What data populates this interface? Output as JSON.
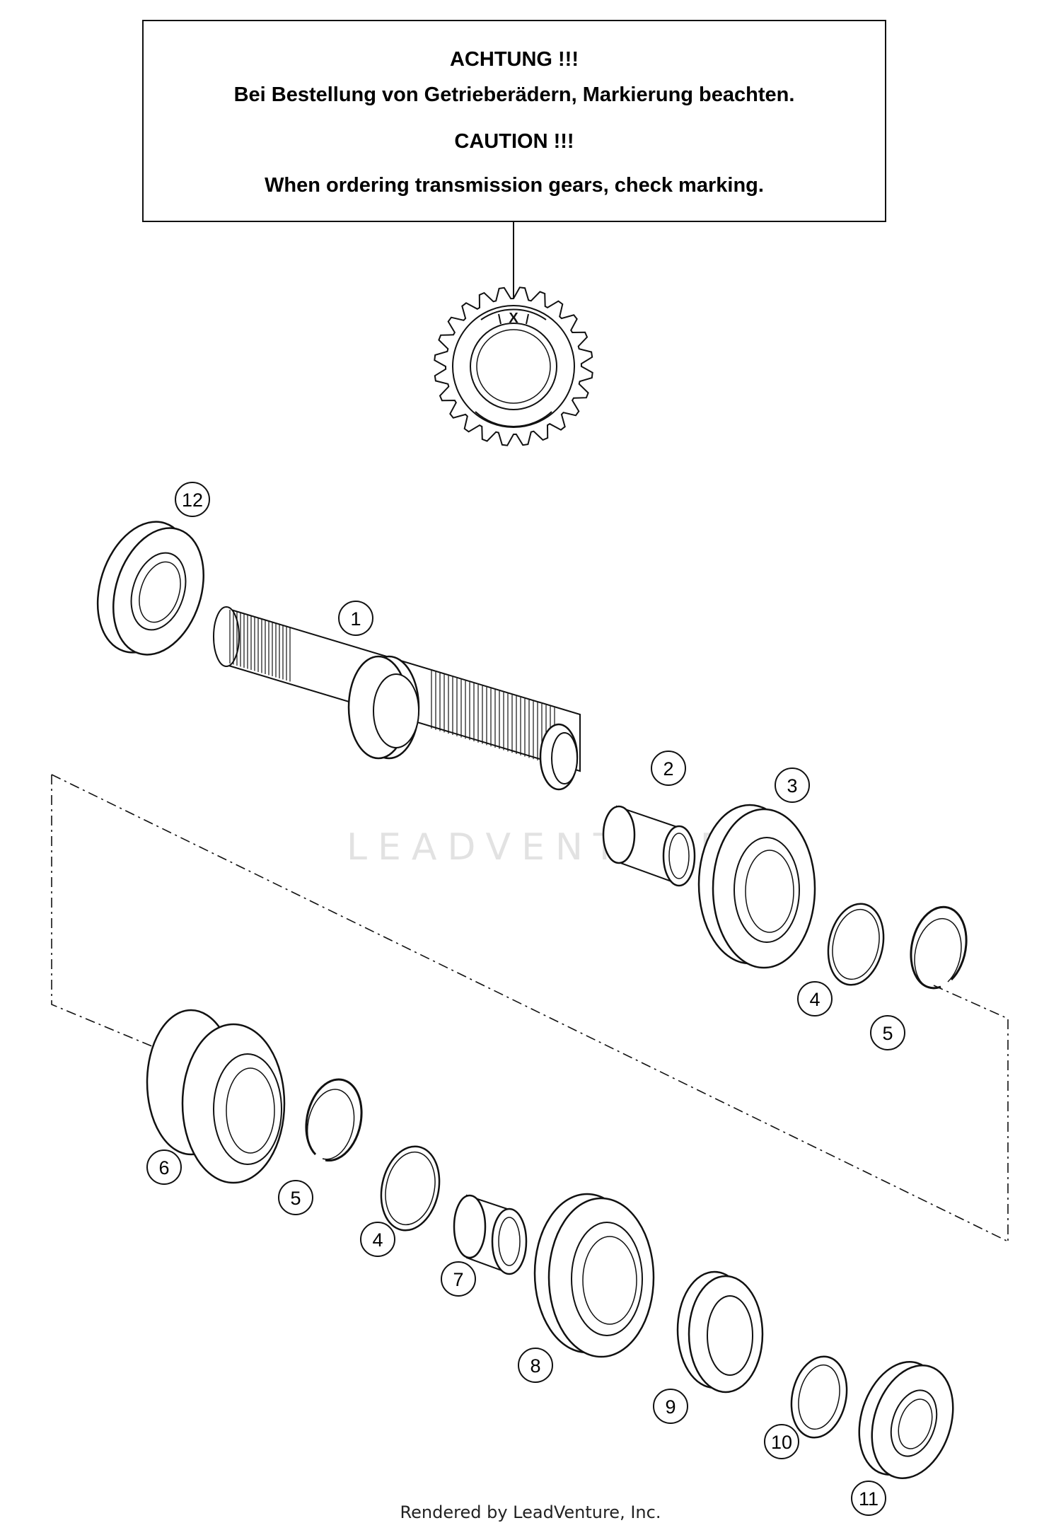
{
  "notice": {
    "line1": "ACHTUNG !!!",
    "line2": "Bei Bestellung von Getrieberädern, Markierung beachten.",
    "line3": "CAUTION !!!",
    "line4": "When ordering transmission gears, check marking."
  },
  "marking_symbol": "X",
  "watermark": "LEADVENTURE",
  "credit": "Rendered by LeadVenture, Inc.",
  "callouts": {
    "c12": "12",
    "c1": "1",
    "c2": "2",
    "c3": "3",
    "c4a": "4",
    "c5a": "5",
    "c6": "6",
    "c5b": "5",
    "c4b": "4",
    "c7": "7",
    "c8": "8",
    "c9": "9",
    "c10": "10",
    "c11": "11"
  }
}
